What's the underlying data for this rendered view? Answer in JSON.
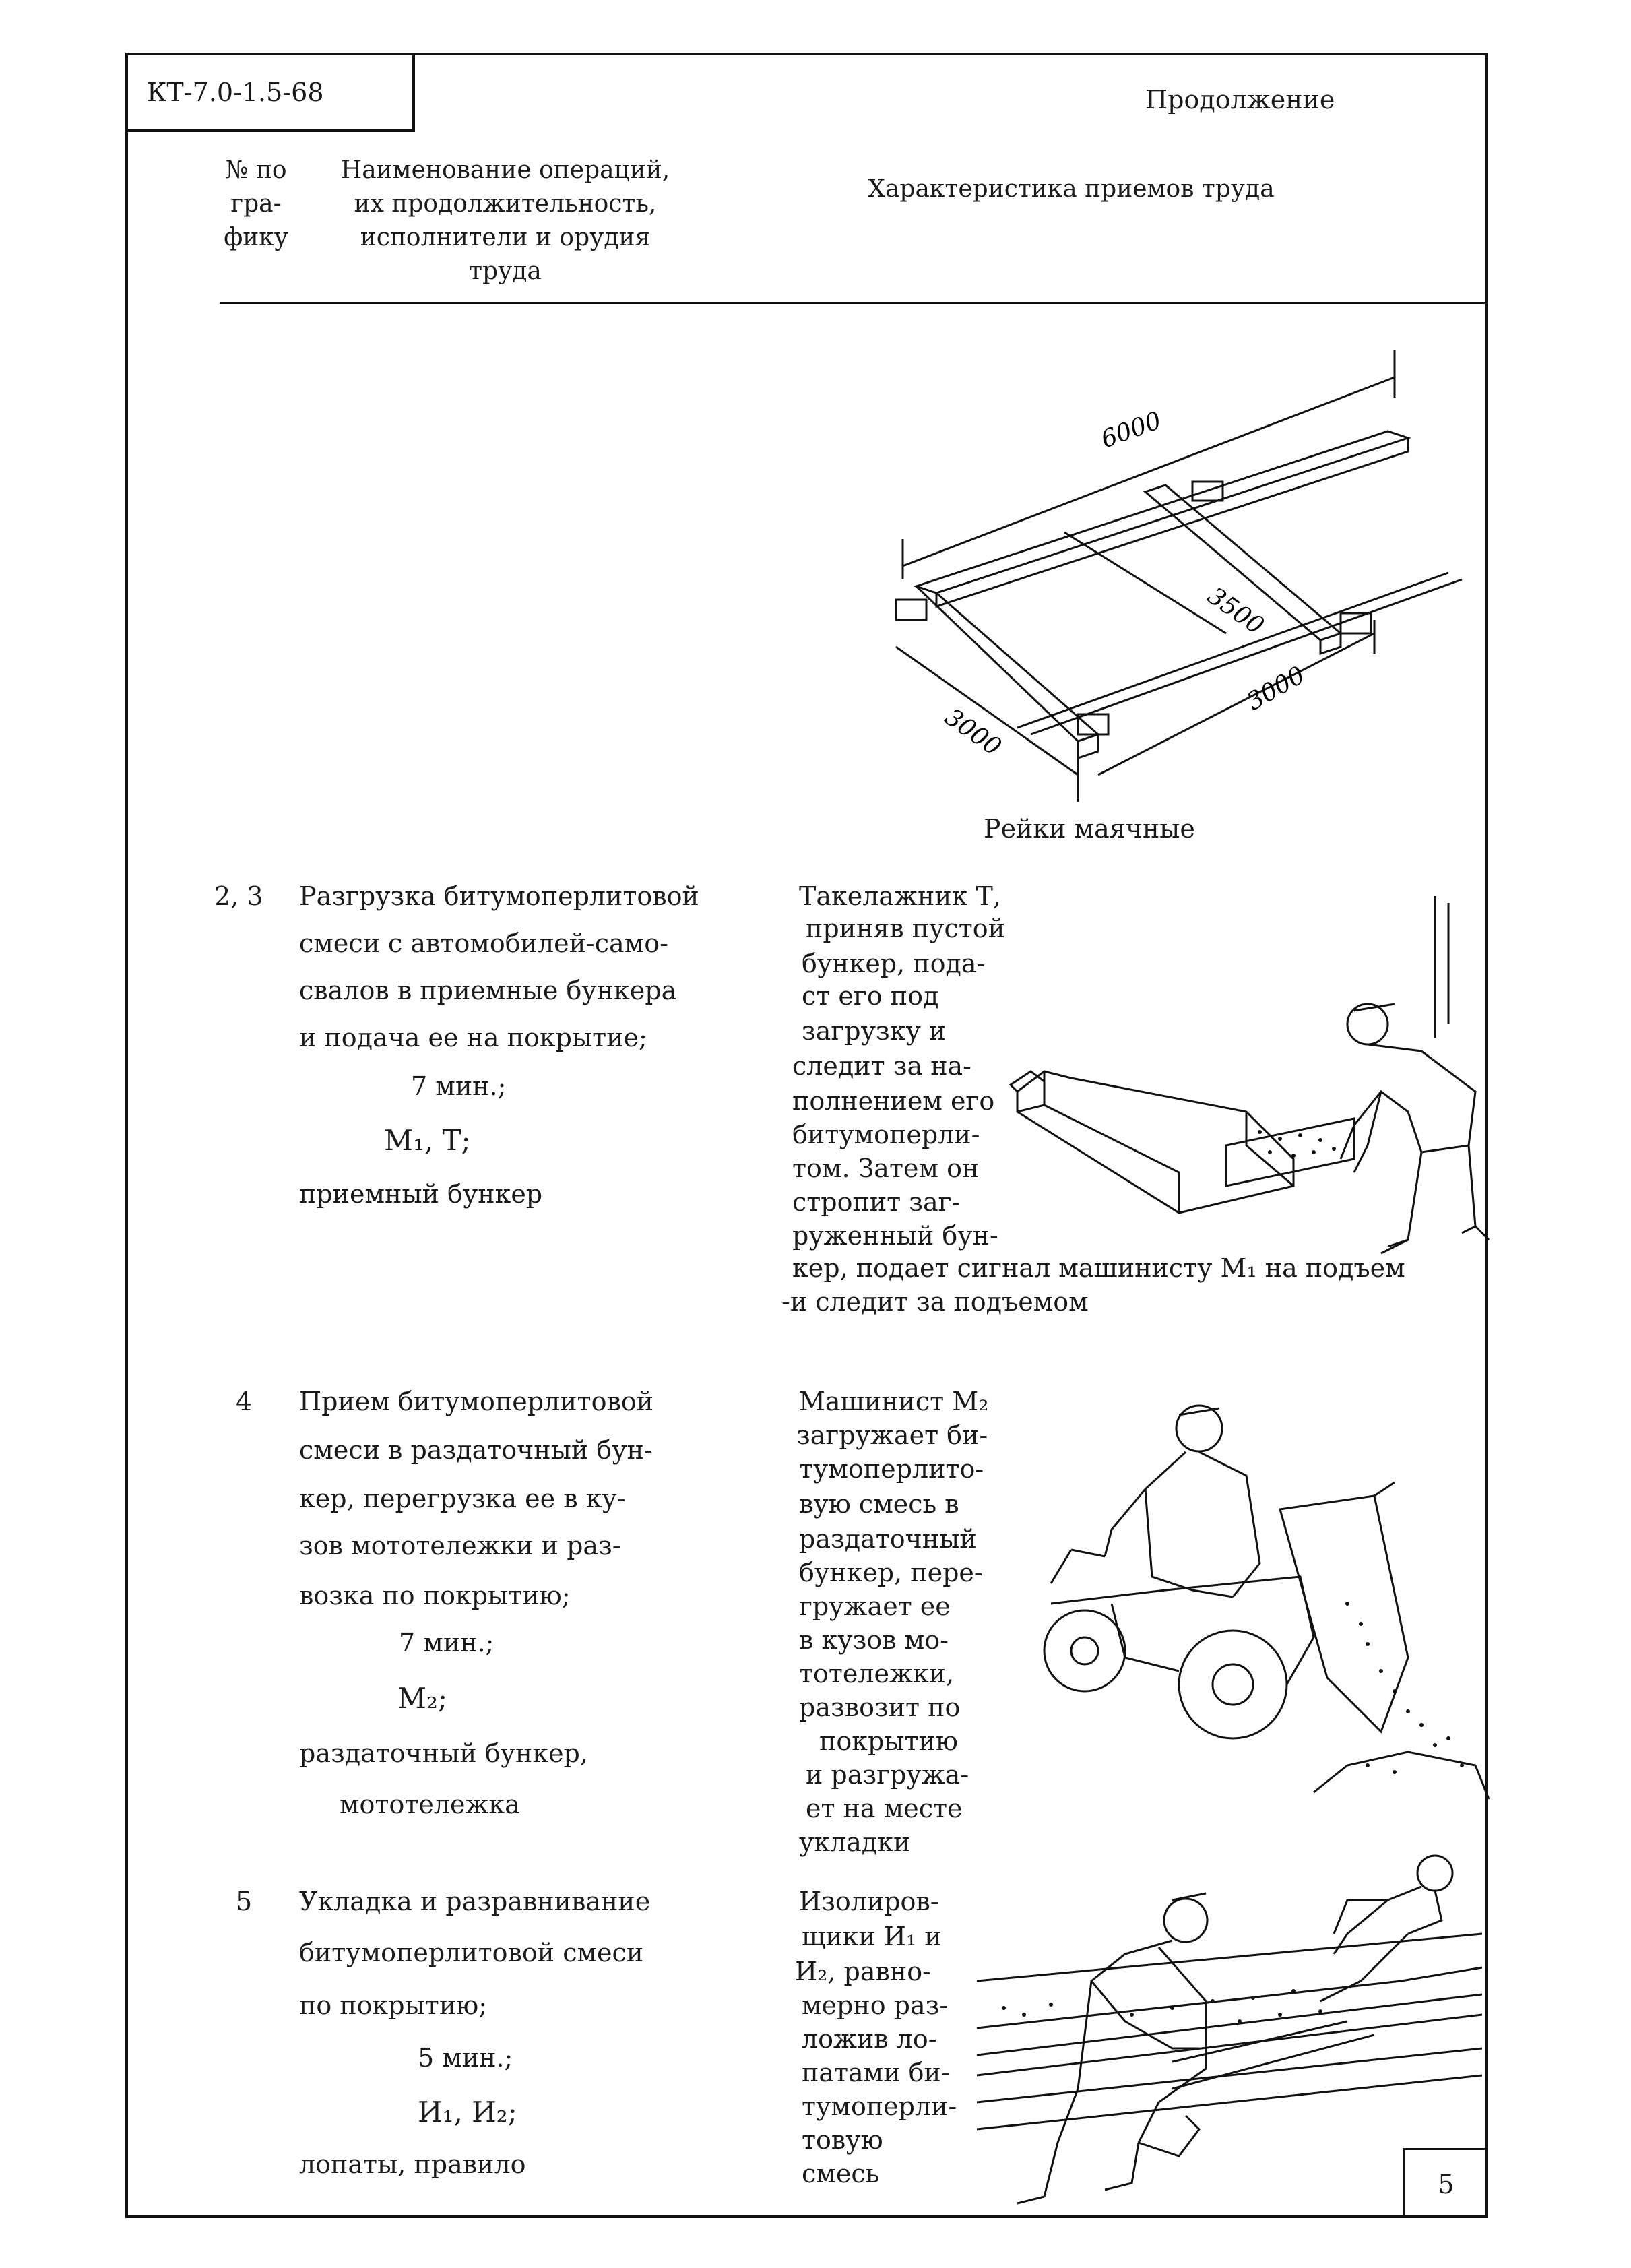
{
  "doc_code": "КТ-7.0-1.5-68",
  "continuation": "Продолжение",
  "page_number": "5",
  "header": {
    "col_num": [
      "№ по",
      "гра-",
      "фику"
    ],
    "col_name": [
      "Наименование операций,",
      "их продолжительность,",
      "исполнители и орудия",
      "труда"
    ],
    "col_desc": "Характеристика приемов труда"
  },
  "figure_rails": {
    "caption": "Рейки маячные",
    "dim_6000": "6000",
    "dim_3500": "3500",
    "dim_3000_left": "3000",
    "dim_3000_right": "3000"
  },
  "rows": [
    {
      "num": "2, 3",
      "op": [
        "Разгрузка битумоперлитовой",
        "смеси с автомобилей-само-",
        "свалов в приемные бункера",
        "и подача ее на покрытие;"
      ],
      "duration": "7 мин.;",
      "workers": "М₁, Т;",
      "tools": [
        "приемный бункер"
      ],
      "desc": [
        "Такелажник Т,",
        "приняв пустой",
        "бункер, пода-",
        "ст его под",
        "загрузку и",
        "следит за на-",
        "полнением его",
        "битумоперли-",
        "том. Затем он",
        "стропит заг-",
        "руженный бун-",
        "кер, подает сигнал машинисту М₁ на подъем",
        "-и следит за подъемом"
      ]
    },
    {
      "num": "4",
      "op": [
        "Прием битумоперлитовой",
        "смеси в раздаточный бун-",
        "кер, перегрузка ее в ку-",
        "зов мототележки и раз-",
        "возка по покрытию;"
      ],
      "duration": "7 мин.;",
      "workers": "М₂;",
      "tools": [
        "раздаточный бункер,",
        "мототележка"
      ],
      "desc": [
        "Машинист М₂",
        "загружает би-",
        "тумоперлито-",
        "вую смесь в",
        "раздаточный",
        "бункер, пере-",
        "гружает ее",
        "в кузов мо-",
        "тотележки,",
        "развозит по",
        "покрытию",
        "и разгружа-",
        "ет на месте",
        "укладки"
      ]
    },
    {
      "num": "5",
      "op": [
        "Укладка и разравнивание",
        "битумоперлитовой смеси",
        "по покрытию;"
      ],
      "duration": "5 мин.;",
      "workers": "И₁, И₂;",
      "tools": [
        "лопаты, правило"
      ],
      "desc": [
        "Изолиров-",
        "щики И₁ и",
        "И₂, равно-",
        "мерно раз-",
        "ложив ло-",
        "патами би-",
        "тумоперли-",
        "товую",
        "смесь"
      ]
    }
  ]
}
